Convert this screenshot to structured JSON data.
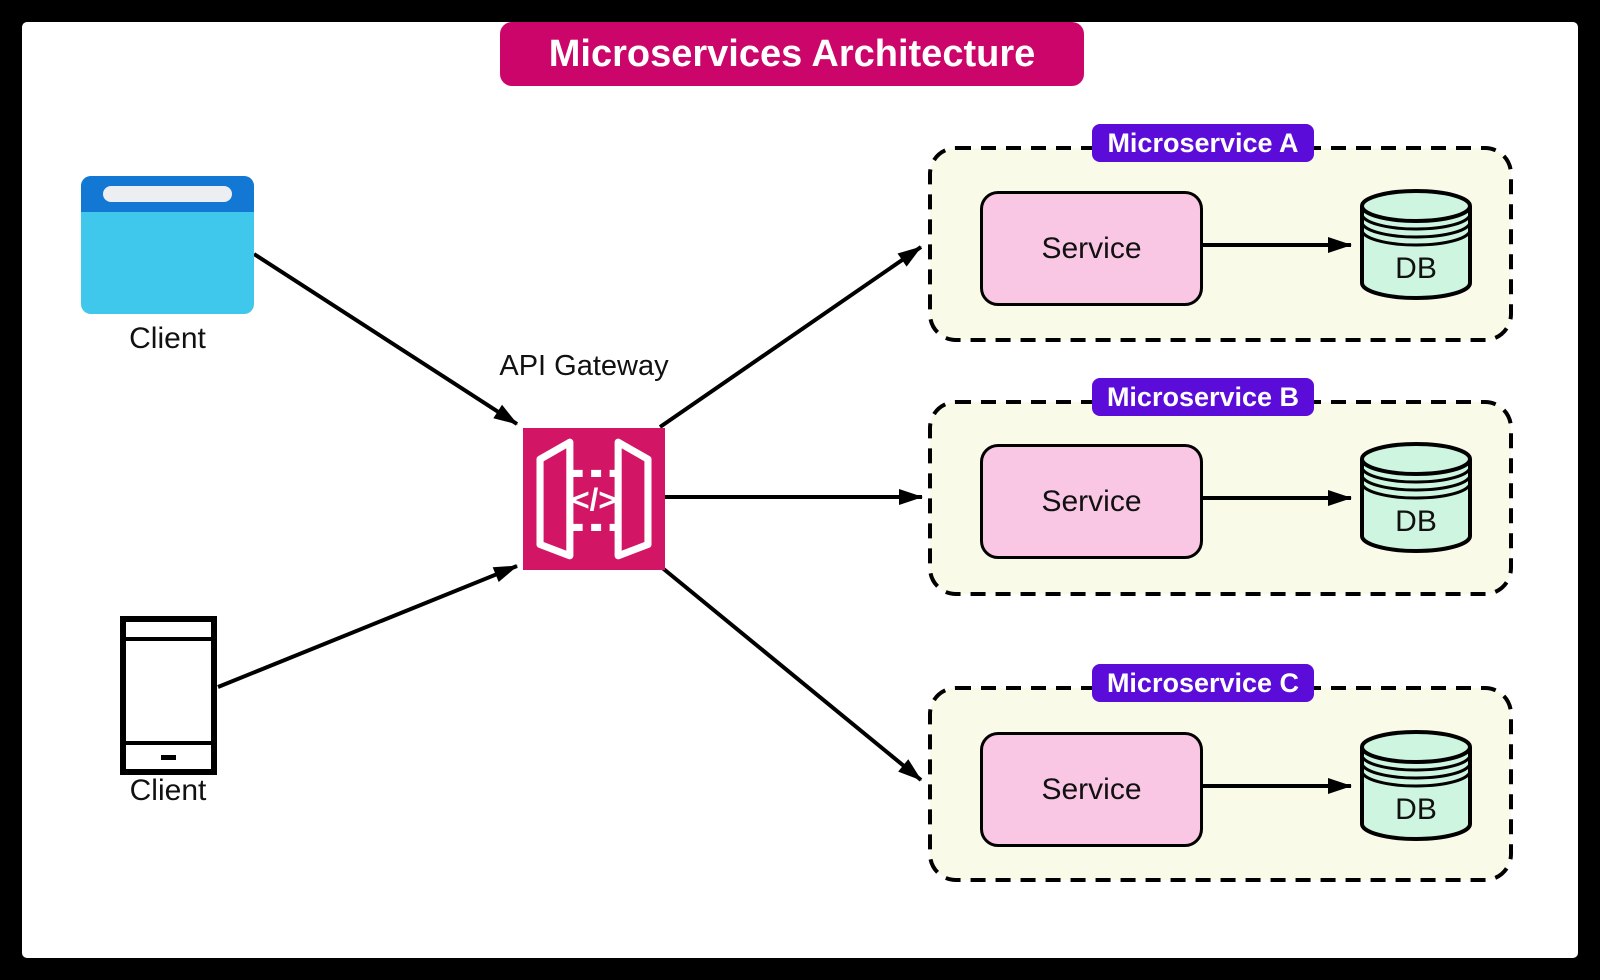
{
  "title": {
    "text": "Microservices Architecture"
  },
  "clients": [
    {
      "label": "Client",
      "icon": "browser-client-icon",
      "type": "browser"
    },
    {
      "label": "Client",
      "icon": "mobile-client-icon",
      "type": "mobile"
    }
  ],
  "gateway": {
    "label": "API Gateway",
    "icon": "api-gateway-icon",
    "glyph": "</>"
  },
  "microservices": [
    {
      "name": "Microservice A",
      "service_label": "Service",
      "db_label": "DB"
    },
    {
      "name": "Microservice B",
      "service_label": "Service",
      "db_label": "DB"
    },
    {
      "name": "Microservice C",
      "service_label": "Service",
      "db_label": "DB"
    }
  ],
  "colors": {
    "title_bg": "#cb0569",
    "title_text": "#ffffff",
    "banner_bg": "#5c0cd9",
    "banner_text": "#ffffff",
    "gateway_bg": "#d31566",
    "ms_bg": "#fafae8",
    "service_bg": "#f9c6e3",
    "db_bg": "#cdf5e0",
    "browser_top": "#1377d4",
    "browser_body": "#3fc7ec",
    "outline": "#000000"
  }
}
